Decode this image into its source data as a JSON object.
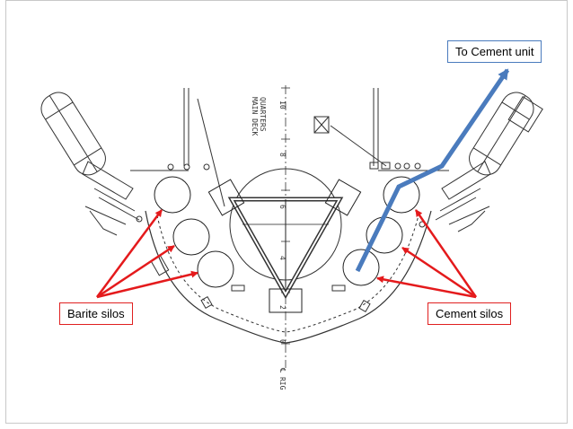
{
  "labels": {
    "barite": "Barite silos",
    "cement": "Cement silos",
    "to_cement_unit": "To Cement unit"
  },
  "drawing": {
    "deck_title_line1": "MAIN DECK",
    "deck_title_line2": "QUARTERS",
    "axis_ticks": [
      "10",
      "8",
      "6",
      "4",
      "2",
      "0"
    ],
    "centerline_label": "℄ RIG"
  },
  "colors": {
    "arrow_red": "#e41a1c",
    "pipe_blue": "#4a7bbd",
    "drawing_ink": "#333333"
  }
}
